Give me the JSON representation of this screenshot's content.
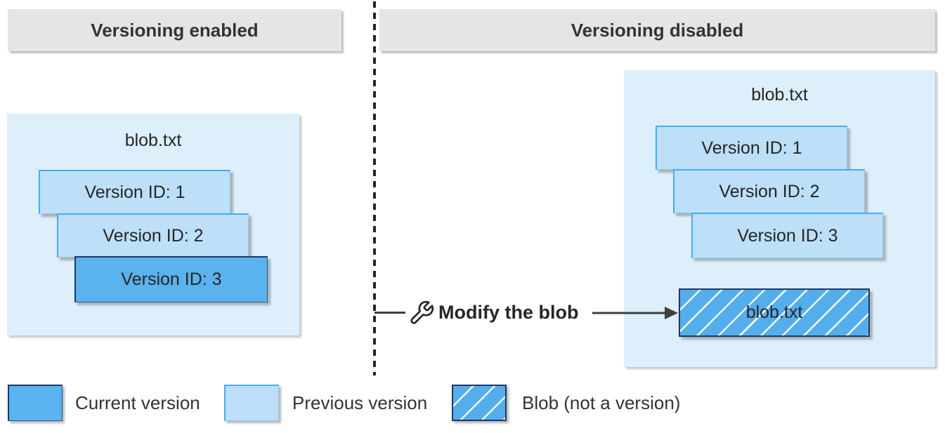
{
  "colors": {
    "current_version_fill": "#5AB2EE",
    "previous_version_fill": "#BDDFF7",
    "container_fill": "#DCEFFA",
    "header_fill": "#E5E5E5",
    "border_navy": "#1F3864",
    "border_blue": "#45ADF0",
    "line_color": "#404040"
  },
  "left_panel": {
    "header": "Versioning enabled",
    "container_title": "blob.txt",
    "boxes": [
      {
        "label": "Version ID: 1",
        "type": "previous"
      },
      {
        "label": "Version ID: 2",
        "type": "previous"
      },
      {
        "label": "Version ID: 3",
        "type": "current"
      }
    ]
  },
  "right_panel": {
    "header": "Versioning disabled",
    "container_title": "blob.txt",
    "boxes": [
      {
        "label": "Version ID: 1",
        "type": "previous"
      },
      {
        "label": "Version ID: 2",
        "type": "previous"
      },
      {
        "label": "Version ID: 3",
        "type": "previous"
      }
    ],
    "blob_box_label": "blob.txt"
  },
  "modify_action": {
    "icon": "wrench-icon",
    "label": "Modify the blob"
  },
  "legend": {
    "items": [
      {
        "swatch": "current",
        "label": "Current version"
      },
      {
        "swatch": "previous",
        "label": "Previous version"
      },
      {
        "swatch": "hatched",
        "label": "Blob (not a version)"
      }
    ]
  }
}
